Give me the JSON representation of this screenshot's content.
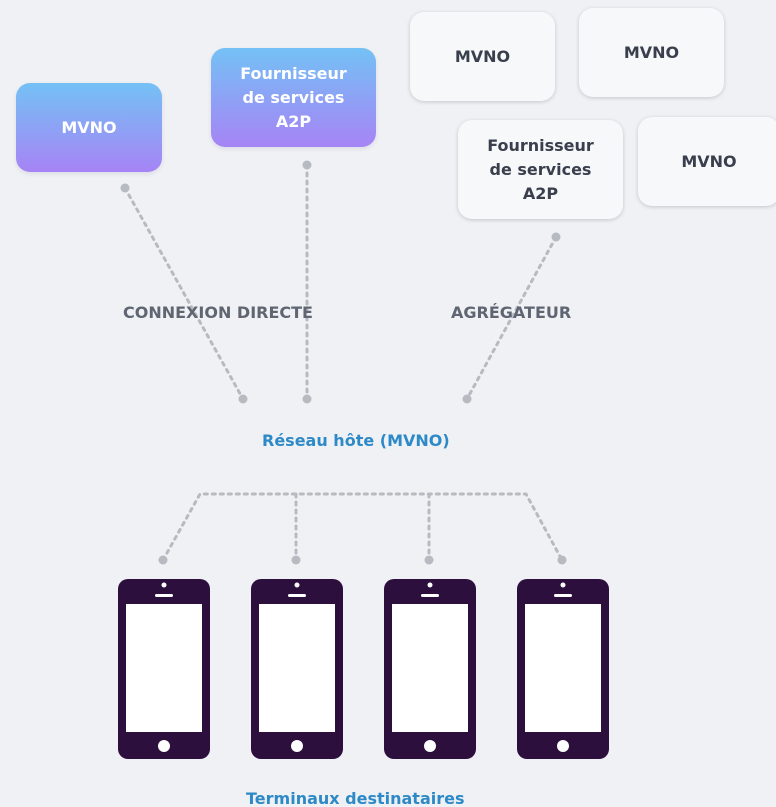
{
  "colors": {
    "background": "#eff1f4",
    "gradient_top": "#74c1f5",
    "gradient_bottom": "#a684f5",
    "connector": "#b7bac0",
    "label_gray": "#5f6672",
    "label_blue": "#2d8ac7",
    "phone_body": "#2c0f3d"
  },
  "nodes": {
    "direct_mvno": "MVNO",
    "direct_a2p": [
      "Fournisseur",
      "de services",
      "A2P"
    ],
    "agg_mvno_1": "MVNO",
    "agg_mvno_2": "MVNO",
    "agg_a2p": [
      "Fournisseur",
      "de services",
      "A2P"
    ],
    "agg_mvno_3": "MVNO"
  },
  "labels": {
    "direct": "CONNEXION DIRECTE",
    "aggregator": "AGRÉGATEUR",
    "host_network": "Réseau hôte (MVNO)",
    "terminals": "Terminaux destinataires"
  },
  "terminals": [
    {
      "icon": "smartphone-icon"
    },
    {
      "icon": "smartphone-icon"
    },
    {
      "icon": "smartphone-icon"
    },
    {
      "icon": "smartphone-icon"
    }
  ]
}
